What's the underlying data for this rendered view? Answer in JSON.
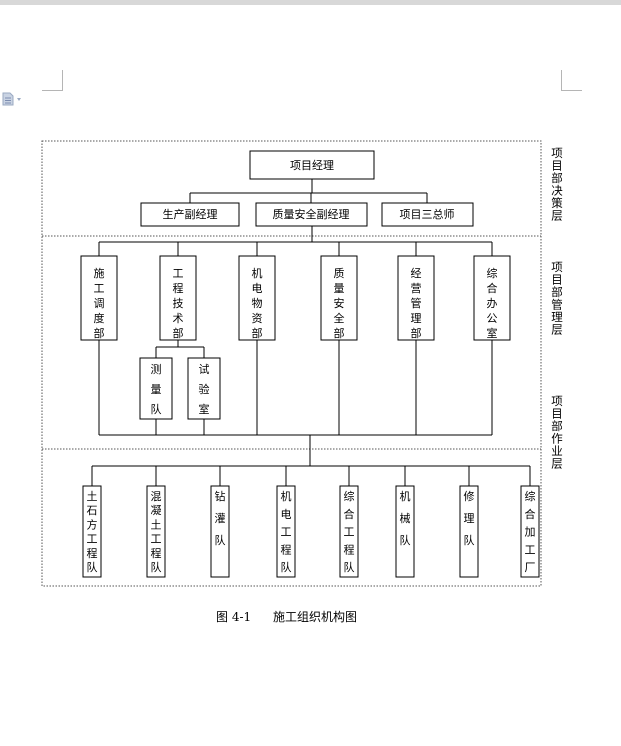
{
  "diagram": {
    "top": {
      "label": "项目经理"
    },
    "deputies": [
      {
        "id": "d1",
        "label": "生产副经理"
      },
      {
        "id": "d2",
        "label": "质量安全副经理"
      },
      {
        "id": "d3",
        "label": "项目三总师"
      }
    ],
    "departments": [
      {
        "id": "p1",
        "label": "施工调度部"
      },
      {
        "id": "p2",
        "label": "工程技术部"
      },
      {
        "id": "p3",
        "label": "机电物资部"
      },
      {
        "id": "p4",
        "label": "质量安全部"
      },
      {
        "id": "p5",
        "label": "经营管理部"
      },
      {
        "id": "p6",
        "label": "综合办公室"
      }
    ],
    "sub_units": [
      {
        "id": "s1",
        "label": "测量队"
      },
      {
        "id": "s2",
        "label": "试验室"
      }
    ],
    "work_teams": [
      {
        "id": "w1",
        "label": "土石方工程队"
      },
      {
        "id": "w2",
        "label": "混凝土工程队"
      },
      {
        "id": "w3",
        "label": "钻灌队"
      },
      {
        "id": "w4",
        "label": "机电工程队"
      },
      {
        "id": "w5",
        "label": "综合工程队"
      },
      {
        "id": "w6",
        "label": "机械队"
      },
      {
        "id": "w7",
        "label": "修理队"
      },
      {
        "id": "w8",
        "label": "综合加工厂"
      }
    ],
    "layers": [
      {
        "id": "l1",
        "label": "项目部决策层"
      },
      {
        "id": "l2",
        "label": "项目部管理层"
      },
      {
        "id": "l3",
        "label": "项目部作业层"
      }
    ]
  },
  "caption": {
    "number": "图 4-1",
    "title": "施工组织机构图"
  },
  "colors": {
    "line": "#000000",
    "dotted": "#555555",
    "page_edge": "#d8d8d8",
    "margin_marks": "#b5b5b5",
    "icon": "#9aa9c2"
  }
}
